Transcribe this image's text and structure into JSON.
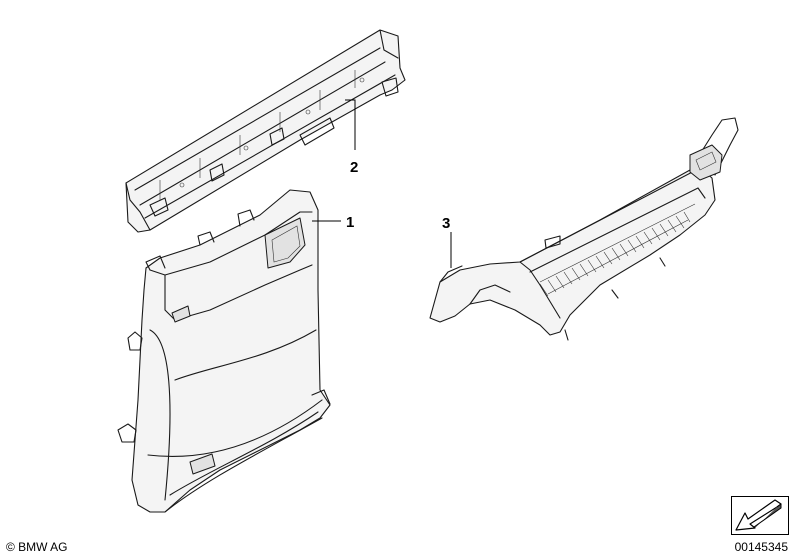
{
  "callouts": [
    {
      "number": "1",
      "part": "side-trim-panel"
    },
    {
      "number": "2",
      "part": "mounting-rail"
    },
    {
      "number": "3",
      "part": "entrance-cover-strip"
    }
  ],
  "footer": {
    "copyright": "© BMW AG",
    "diagram_id": "00145345"
  },
  "icons": {
    "navigation": "arrow-down-left-icon"
  }
}
